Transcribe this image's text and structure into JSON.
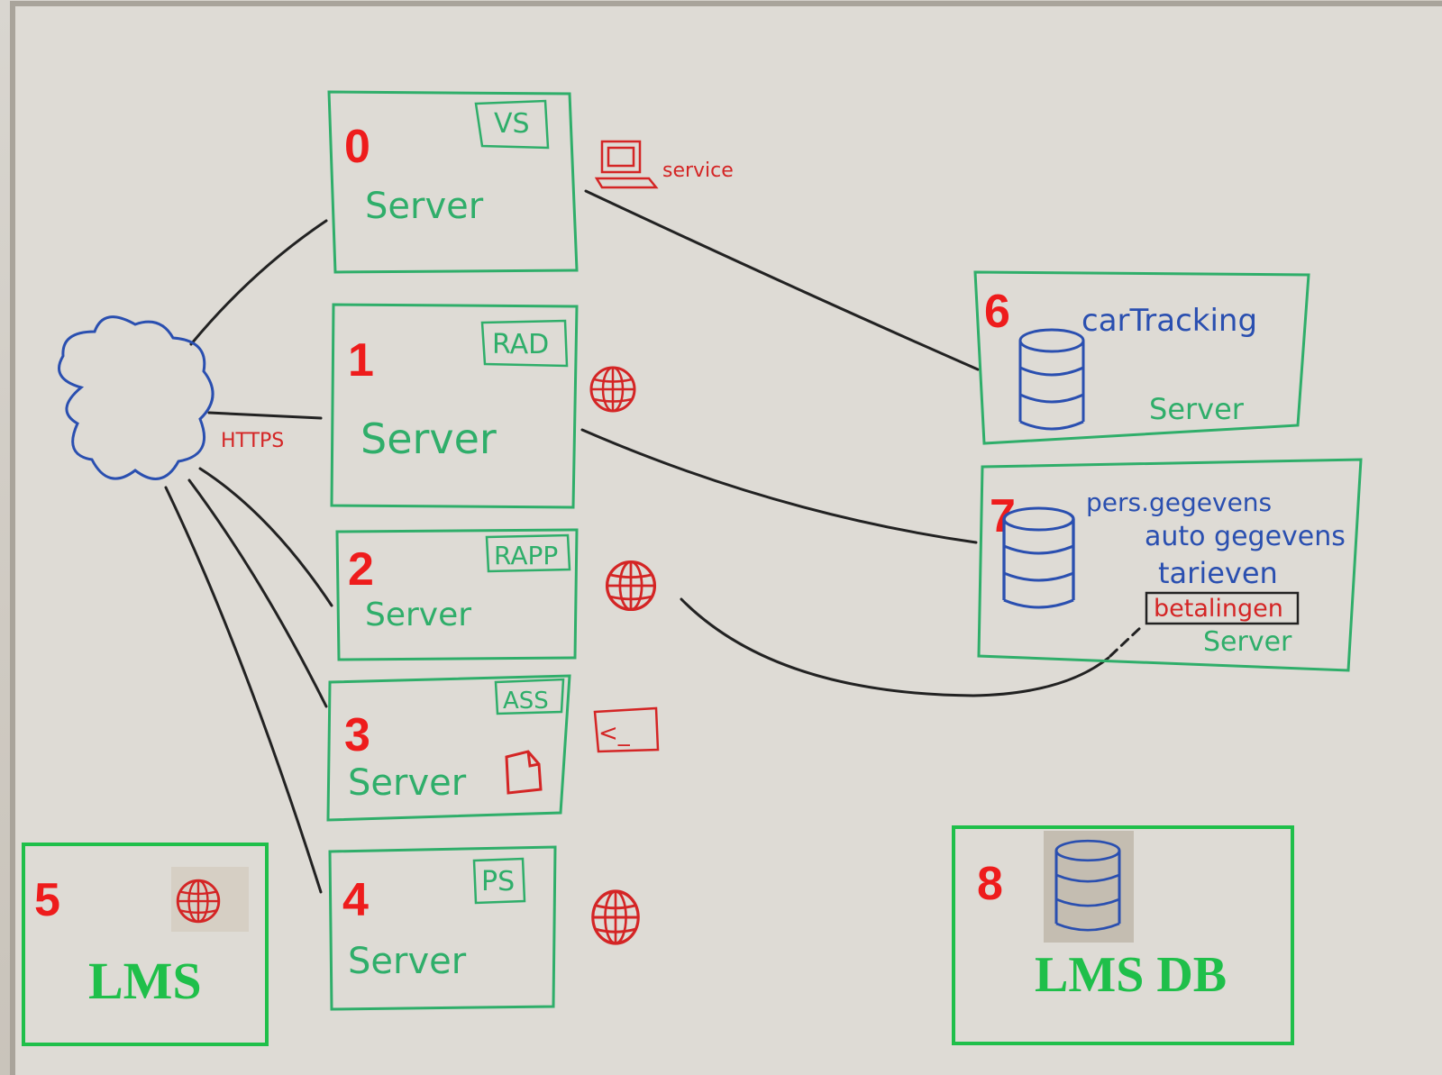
{
  "nodes": [
    {
      "number": "0",
      "tag": "VS",
      "label": "Server"
    },
    {
      "number": "1",
      "tag": "RAD",
      "label": "Server"
    },
    {
      "number": "2",
      "tag": "RAPP",
      "label": "Server"
    },
    {
      "number": "3",
      "tag": "ASS",
      "label": "Server"
    },
    {
      "number": "4",
      "tag": "PS",
      "label": "Server"
    },
    {
      "number": "5",
      "label": "LMS"
    },
    {
      "number": "6",
      "title": "carTracking",
      "label": "Server"
    },
    {
      "number": "7",
      "label": "Server",
      "lines": [
        "pers.gegevens",
        "auto gegevens",
        "tarieven"
      ],
      "boxed_line": "betalingen"
    },
    {
      "number": "8",
      "label": "LMS DB"
    }
  ],
  "annotations": {
    "service": "service",
    "https": "HTTPS",
    "terminal": "<_"
  },
  "icons": [
    "cloud-icon",
    "laptop-icon",
    "globe-icon",
    "terminal-icon",
    "document-icon",
    "database-icon"
  ],
  "colors": {
    "box_green": "#2fae6a",
    "label_green": "#1fbf4a",
    "marker_blue": "#2a4fb0",
    "marker_red": "#d42525",
    "marker_black": "#222222",
    "number_red": "#ee1c1c"
  }
}
